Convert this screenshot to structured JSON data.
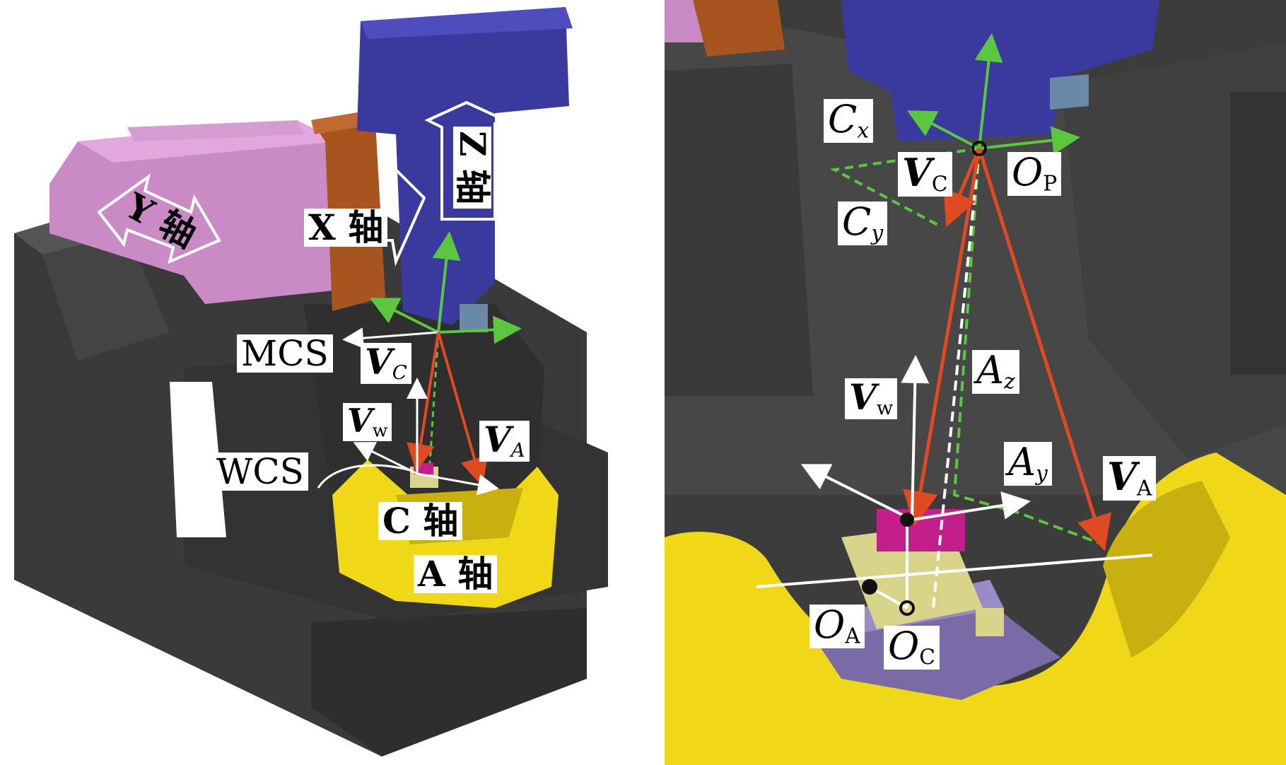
{
  "left": {
    "axis_labels": {
      "y_axis": "Y 轴",
      "x_axis": "X 轴",
      "z_axis": "Z 轴",
      "c_axis": "C 轴",
      "a_axis": "A 轴"
    },
    "frames": {
      "mcs": "MCS",
      "wcs": "WCS"
    },
    "vectors": {
      "vc": {
        "main": "V",
        "sub": "C"
      },
      "vw": {
        "main": "V",
        "sub": "w"
      },
      "va": {
        "main": "V",
        "sub": "A"
      }
    }
  },
  "right": {
    "labels": {
      "cx": {
        "main": "C",
        "sub": "x"
      },
      "cy": {
        "main": "C",
        "sub": "y"
      },
      "vc": {
        "main": "V",
        "sub": "C"
      },
      "op": {
        "main": "O",
        "sub": "P"
      },
      "az": {
        "main": "A",
        "sub": "z"
      },
      "ay": {
        "main": "A",
        "sub": "y"
      },
      "vw": {
        "main": "V",
        "sub": "w"
      },
      "va": {
        "main": "V",
        "sub": "A"
      },
      "oa": {
        "main": "O",
        "sub": "A"
      },
      "oc": {
        "main": "O",
        "sub": "C"
      }
    }
  },
  "colors": {
    "spindle": "#3a3a9e",
    "carriage_x": "#a8541f",
    "ram_y": "#c98ac5",
    "bed": "#3a3a3a",
    "trunnion": "#f0d818",
    "arrow_green": "#5cc640",
    "arrow_red": "#e04a22",
    "arrow_white": "#ffffff",
    "workpiece": "#c21e8c",
    "fixture": "#d8d48a",
    "table": "#7a6aa8"
  }
}
